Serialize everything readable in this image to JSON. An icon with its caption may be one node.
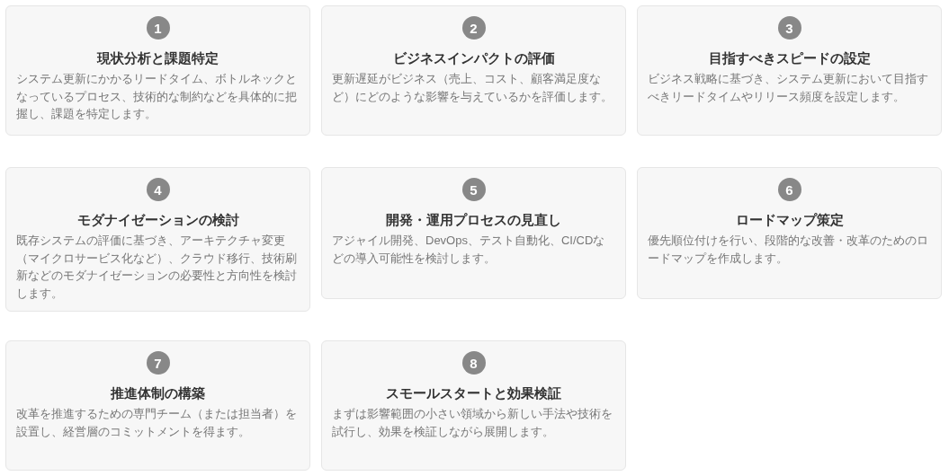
{
  "diagram": {
    "nodes": [
      {
        "text": [
          "現状分析と課題特定",
          "システム更新にかかるリードタイム、ボトルネックとなっているプロセス、技術的な制約などを具体的に把握し、課題を特定します。"
        ]
      },
      {
        "text": [
          "1"
        ],
        "in": 0
      },
      {
        "text": [
          "ビジネスインパクトの評価",
          "更新遅延がビジネス（売上、コスト、顧客満足度など）にどのような影響を与えているかを評価します。"
        ]
      },
      {
        "text": [
          "2"
        ],
        "in": 2
      },
      {
        "text": [
          "目指すべきスピードの設定",
          "ビジネス戦略に基づき、システム更新において目指すべきリードタイムやリリース頻度を設定します。"
        ]
      },
      {
        "text": [
          "3"
        ],
        "in": 4
      },
      {
        "text": [
          "モダナイゼーションの検討",
          "既存システムの評価に基づき、アーキテクチャ変更（マイクロサービス化など）、クラウド移行、技術刷新などのモダナイゼーションの必要性と方向性を検討します。"
        ]
      },
      {
        "text": [
          "4"
        ],
        "in": 6
      },
      {
        "text": [
          "開発・運用プロセスの見直し",
          "アジャイル開発、DevOps、テスト自動化、CI/CDなどの導入可能性を検討します。"
        ]
      },
      {
        "text": [
          "5"
        ],
        "in": 8
      },
      {
        "text": [
          "ロードマップ策定",
          "優先順位付けを行い、段階的な改善・改革のためのロードマップを作成します。"
        ]
      },
      {
        "text": [
          "6"
        ],
        "in": 10
      },
      {
        "text": [
          "推進体制の構築",
          "改革を推進するための専門チーム（または担当者）を設置し、経営層のコミットメントを得ます。"
        ]
      },
      {
        "text": [
          "7"
        ],
        "in": 12
      },
      {
        "text": [
          "スモールスタートと効果検証",
          "まずは影響範囲の小さい領域から新しい手法や技術を試行し、効果を検証しながら展開します。"
        ]
      },
      {
        "text": [
          "8"
        ],
        "in": 14
      }
    ]
  }
}
